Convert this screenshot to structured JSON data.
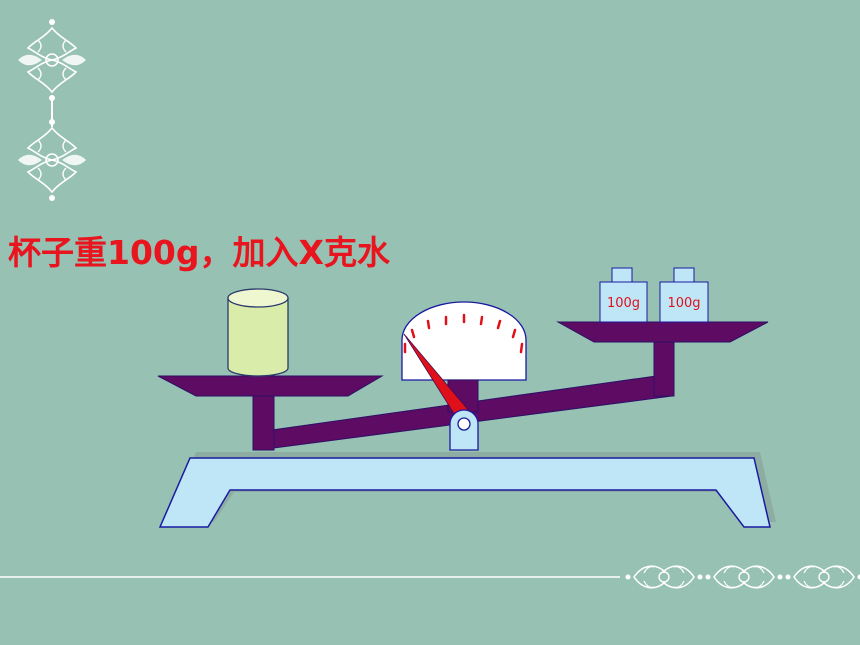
{
  "caption": "杯子重100g，加入X克水",
  "weights": [
    {
      "label": "100g"
    },
    {
      "label": "100g"
    }
  ],
  "colors": {
    "background": "#97c1b3",
    "caption": "#e8141e",
    "beam": "#5e0b63",
    "base": "#bfe6f7",
    "outline": "#1a1aa0",
    "cup": "#d9ecaa",
    "dial_ticks": "#e0101a"
  },
  "icons": {
    "ornament_left": "floral-ornament-icon",
    "ornament_right": "floral-border-icon"
  }
}
